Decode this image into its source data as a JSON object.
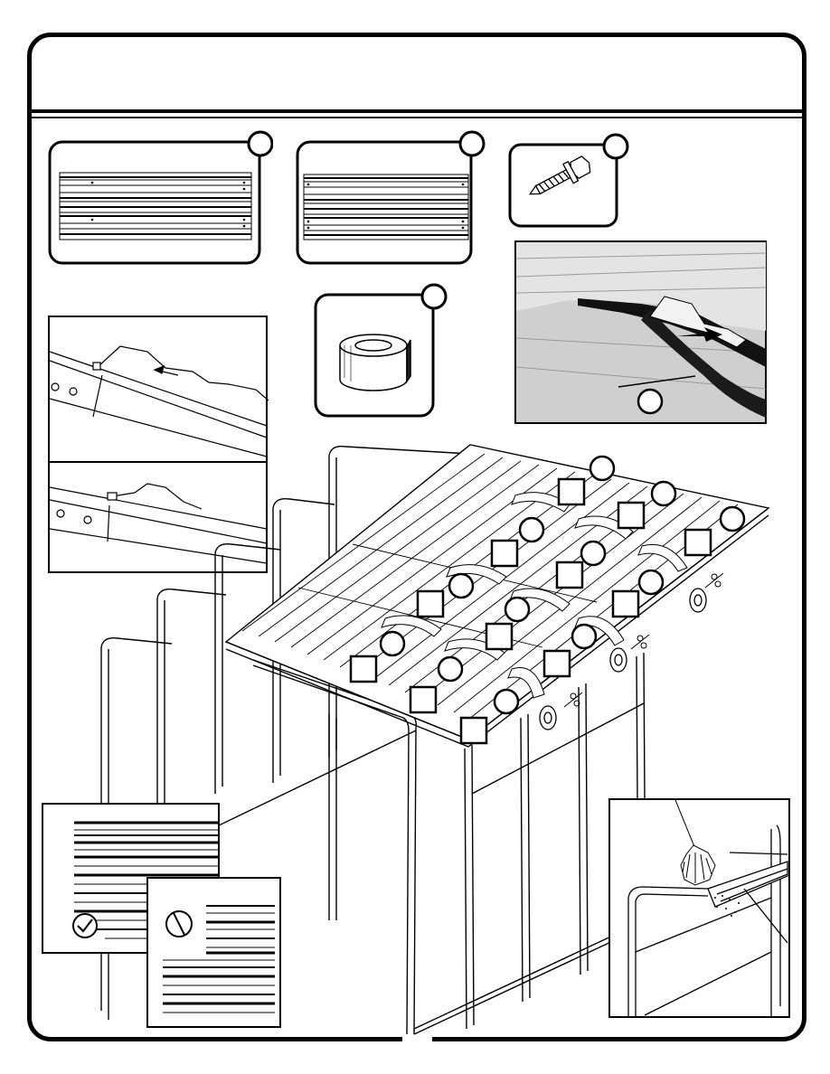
{
  "page": {
    "title": "",
    "page_number": ""
  },
  "parts": [
    {
      "id": "part-panel-a",
      "label": "",
      "icon": "roof-panel-icon"
    },
    {
      "id": "part-panel-b",
      "label": "",
      "icon": "roof-panel-icon"
    },
    {
      "id": "part-screw",
      "label": "",
      "icon": "screw-icon"
    },
    {
      "id": "part-tape",
      "label": "",
      "icon": "tape-roll-icon"
    }
  ],
  "callouts": {
    "tape_label": "",
    "numbered_circles": [
      "",
      "",
      "",
      "",
      "",
      "",
      "",
      "",
      "",
      "",
      "",
      "",
      ""
    ],
    "square_labels": [
      "",
      "",
      "",
      "",
      "",
      "",
      "",
      "",
      "",
      "",
      "",
      "",
      ""
    ]
  },
  "insets": {
    "correct_icon": "checkmark-icon",
    "incorrect_icon": "prohibited-icon",
    "broom_icon": "broom-icon",
    "scissors_icon": "scissors-icon"
  },
  "colors": {
    "line": "#000000",
    "paper": "#ffffff",
    "photo_bg": "#c9c9c9",
    "photo_dark": "#1a1a1a"
  }
}
